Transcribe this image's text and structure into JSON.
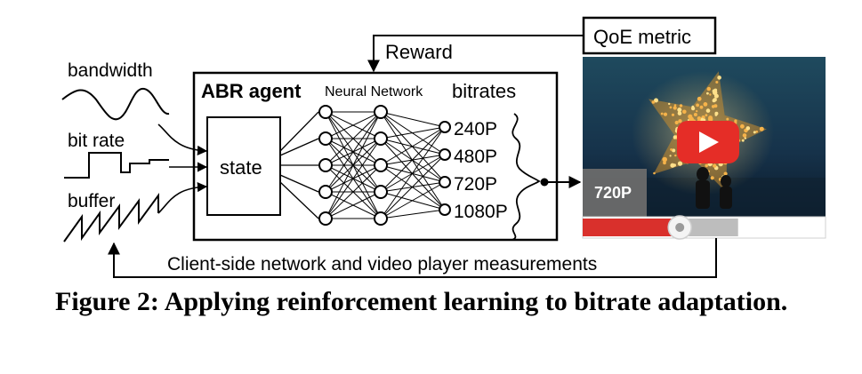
{
  "diagram": {
    "inputs": {
      "bandwidth": "bandwidth",
      "bit_rate": "bit rate",
      "buffer": "buffer"
    },
    "agent": {
      "title": "ABR agent",
      "state": "state",
      "nn_label": "Neural Network",
      "bitrates_label": "bitrates"
    },
    "bitrates": [
      "240P",
      "480P",
      "720P",
      "1080P"
    ],
    "reward": "Reward",
    "qoe": "QoE metric",
    "measurements": "Client-side network and video player measurements",
    "player": {
      "quality_badge": "720P",
      "progress": 0.4,
      "buffered": 0.64
    }
  },
  "caption": "Figure 2: Applying reinforcement learning to bitrate adaptation.",
  "colors": {
    "player_bar": "#d9302c",
    "buffer_bar": "#bdbdbd",
    "play_button": "#e52d27",
    "sky_top": "#1c3a4d",
    "sky_bottom": "#0b1a2a",
    "star_light": "#f6c65a"
  }
}
